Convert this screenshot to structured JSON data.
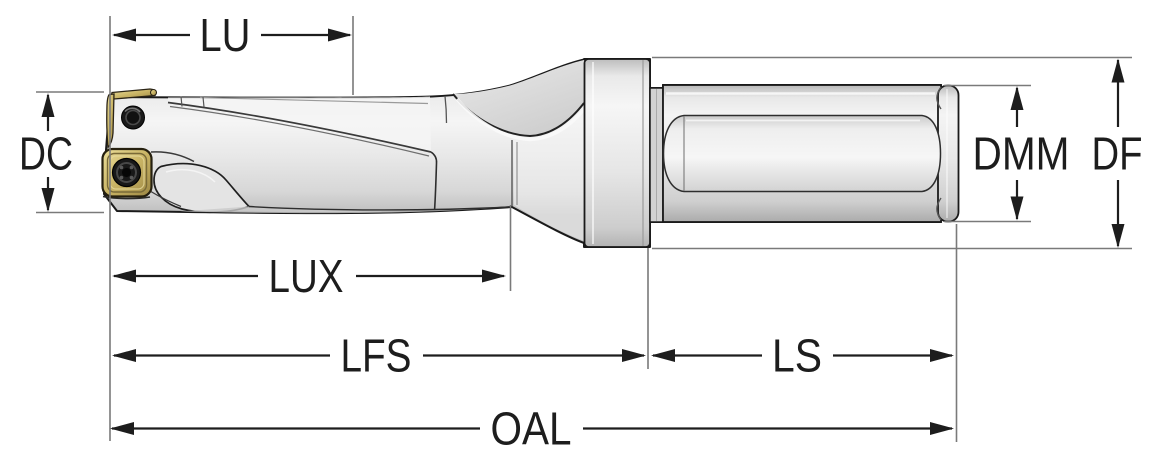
{
  "diagram": {
    "type": "technical-dimension-drawing",
    "subject": "indexable-insert-drill-side-view",
    "dimensions": {
      "lu": {
        "label": "LU"
      },
      "dc": {
        "label": "DC"
      },
      "lux": {
        "label": "LUX"
      },
      "lfs": {
        "label": "LFS"
      },
      "ls": {
        "label": "LS"
      },
      "oal": {
        "label": "OAL"
      },
      "dmm": {
        "label": "DMM"
      },
      "df": {
        "label": "DF"
      }
    },
    "colors": {
      "dimension_line": "#1d1d1d",
      "extension_line": "#7a7a7a",
      "outline": "#1a1a1a",
      "metal_light": "#f4f4f4",
      "metal_mid": "#e3e3e3",
      "metal_dark": "#b5b5b5",
      "insert_gold": "#c9b465",
      "insert_gold_dark": "#8f7c3e",
      "screw_black": "#181818",
      "background": "#ffffff"
    }
  }
}
